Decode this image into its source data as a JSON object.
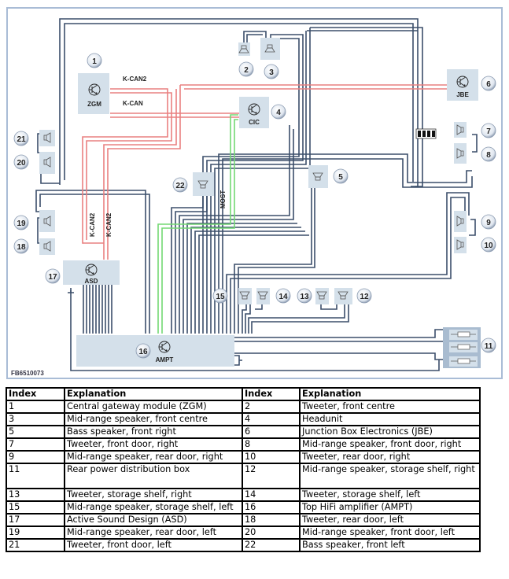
{
  "diagram": {
    "code": "FB6510073",
    "colors": {
      "frame": "#a9bcd6",
      "box": "#d4e0ea",
      "wire": "#3b4e6a",
      "can": "#e98080",
      "most": "#73d873"
    },
    "bus_labels": {
      "kcan2_top": "K-CAN2",
      "kcan_top": "K-CAN",
      "kcan2_left_a": "K-CAN2",
      "kcan2_left_b": "K-CAN2",
      "most": "MOST"
    },
    "modules": [
      {
        "index": "1",
        "label": "ZGM",
        "icon": "transistor-icon"
      },
      {
        "index": "4",
        "label": "CIC",
        "icon": "transistor-icon"
      },
      {
        "index": "6",
        "label": "JBE",
        "icon": "transistor-icon"
      },
      {
        "index": "16",
        "label": "AMPT",
        "icon": "transistor-icon"
      },
      {
        "index": "17",
        "label": "ASD",
        "icon": "transistor-icon"
      }
    ],
    "speakers": [
      "2",
      "3",
      "5",
      "7",
      "8",
      "9",
      "10",
      "12",
      "13",
      "14",
      "15",
      "18",
      "19",
      "20",
      "21",
      "22"
    ],
    "fuse_box": {
      "index": "11",
      "fuses": 3
    }
  },
  "legend": {
    "headers": [
      "Index",
      "Explanation",
      "Index",
      "Explanation"
    ],
    "rows": [
      [
        "1",
        "Central gateway module (ZGM)",
        "2",
        "Tweeter, front centre"
      ],
      [
        "3",
        "Mid-range speaker, front centre",
        "4",
        "Headunit"
      ],
      [
        "5",
        "Bass speaker, front right",
        "6",
        "Junction Box Electronics (JBE)"
      ],
      [
        "7",
        "Tweeter, front door, right",
        "8",
        "Mid-range speaker, front door, right"
      ],
      [
        "9",
        "Mid-range speaker, rear door, right",
        "10",
        "Tweeter, rear door, right"
      ],
      [
        "11",
        "Rear power distribution box",
        "12",
        "Mid-range speaker, storage shelf, right"
      ],
      [
        "13",
        "Tweeter, storage shelf, right",
        "14",
        "Tweeter, storage shelf, left"
      ],
      [
        "15",
        "Mid-range speaker, storage shelf, left",
        "16",
        "Top HiFi amplifier (AMPT)"
      ],
      [
        "17",
        "Active Sound Design (ASD)",
        "18",
        "Tweeter, rear door, left"
      ],
      [
        "19",
        "Mid-range speaker, rear door, left",
        "20",
        "Mid-range speaker, front door, left"
      ],
      [
        "21",
        "Tweeter, front door, left",
        "22",
        "Bass speaker, front left"
      ]
    ]
  }
}
